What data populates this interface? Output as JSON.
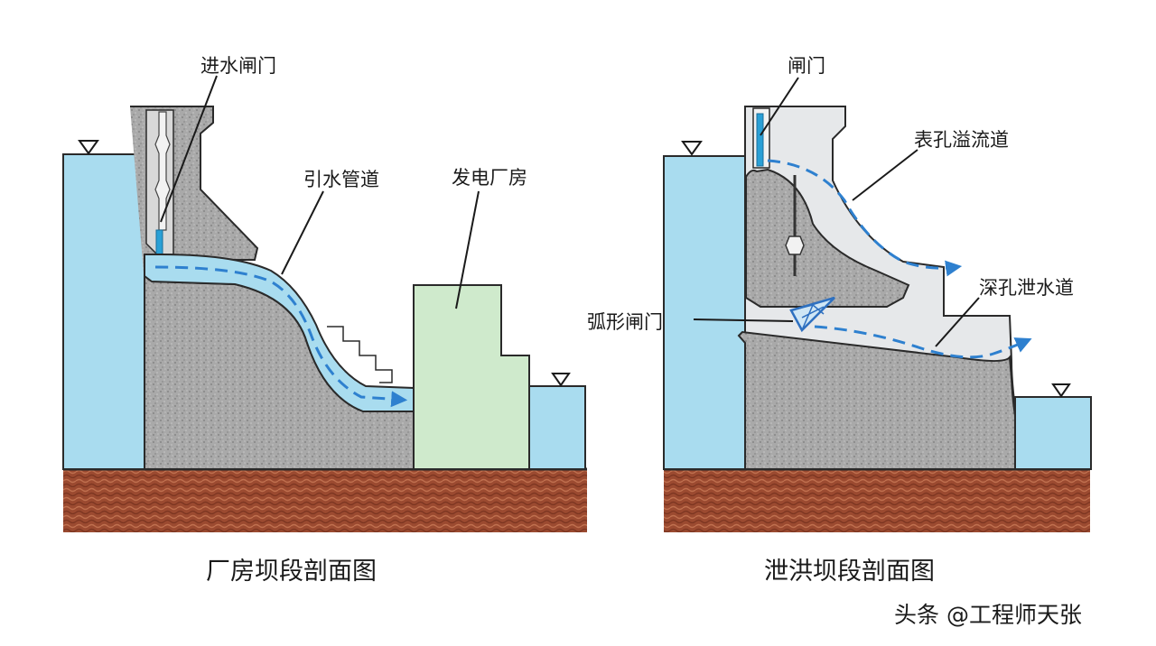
{
  "left_panel": {
    "caption": "厂房坝段剖面图",
    "labels": {
      "intake_gate": "进水闸门",
      "penstock": "引水管道",
      "powerhouse": "发电厂房"
    }
  },
  "right_panel": {
    "caption": "泄洪坝段剖面图",
    "labels": {
      "gate": "闸门",
      "surface_spillway": "表孔溢流道",
      "deep_outlet": "深孔泄水道",
      "radial_gate": "弧形闸门"
    }
  },
  "watermark": "头条 @工程师天张",
  "colors": {
    "water": "#a9dcef",
    "water_line": "#2aa0d6",
    "concrete": "#a8a8a8",
    "powerhouse": "#cfeacc",
    "foundation": "#9a4a32",
    "channel": "#e6e8ea",
    "flow_arrow": "#2e80cf"
  }
}
